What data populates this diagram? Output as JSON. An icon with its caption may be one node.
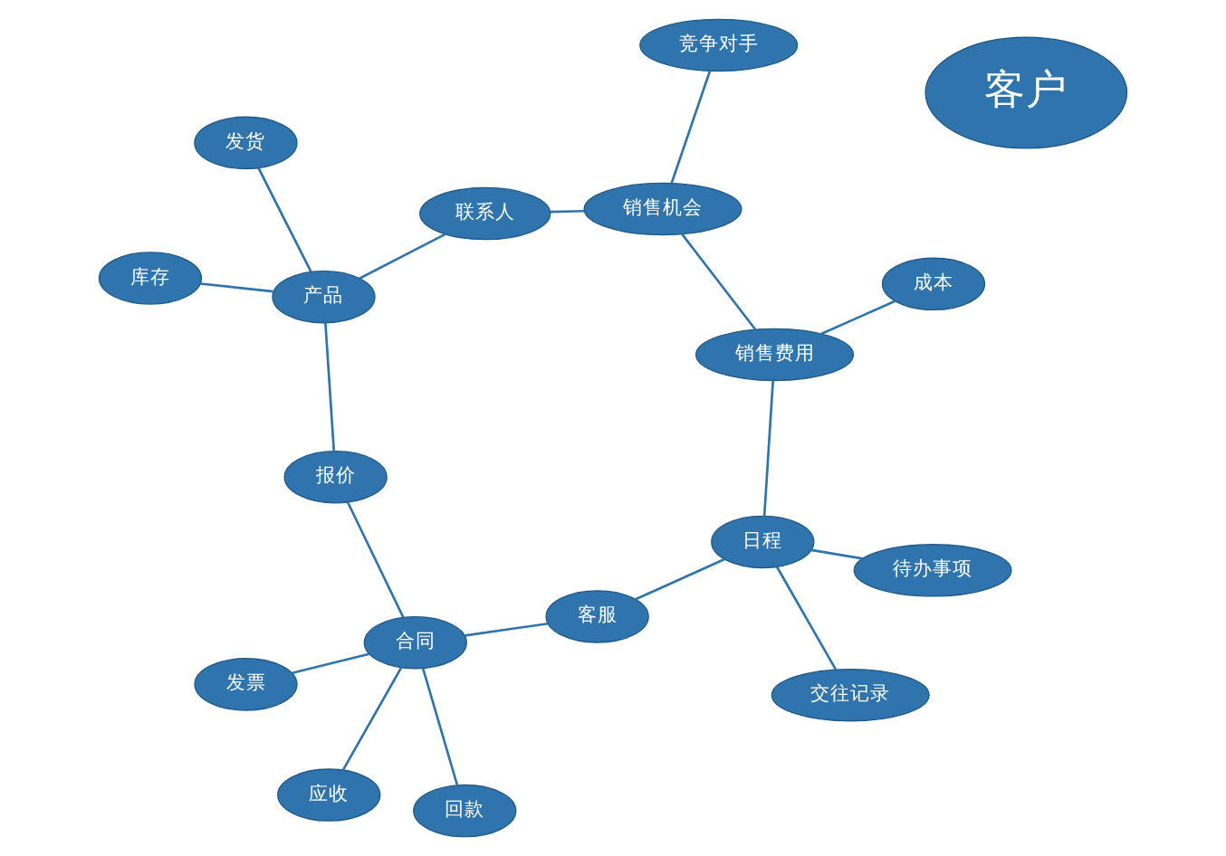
{
  "diagram": {
    "nodes": [
      {
        "text": [
          "发票"
        ]
      },
      {
        "text": [
          "发货"
        ]
      },
      {
        "text": [
          "应收"
        ]
      },
      {
        "text": [
          "库存"
        ]
      },
      {
        "text": [
          "报价"
        ]
      },
      {
        "text": [
          "产品"
        ]
      },
      {
        "text": [
          "合同"
        ]
      },
      {
        "text": [
          "回款"
        ]
      },
      {
        "text": [
          "客户"
        ]
      },
      {
        "text": [
          "联系人"
        ]
      },
      {
        "text": [
          "客服"
        ]
      },
      {
        "text": [
          "日程"
        ]
      },
      {
        "text": [
          "销售机会"
        ]
      },
      {
        "text": [
          "待办事项"
        ]
      },
      {
        "text": [
          "销售费用"
        ]
      },
      {
        "text": [
          "竞争对手"
        ]
      },
      {
        "text": [
          "交往记录"
        ]
      },
      {
        "text": [
          "成本"
        ]
      }
    ],
    "edges": [
      {
        "from": 5,
        "to": 4,
        "arrow": "none"
      },
      {
        "from": 4,
        "to": 6,
        "arrow": "none"
      },
      {
        "from": 6,
        "to": 10,
        "arrow": "none"
      },
      {
        "from": 10,
        "to": 11,
        "arrow": "none"
      },
      {
        "from": 11,
        "to": 14,
        "arrow": "none"
      },
      {
        "from": 14,
        "to": 12,
        "arrow": "none"
      },
      {
        "from": 12,
        "to": 9,
        "arrow": "none"
      },
      {
        "from": 9,
        "to": 5,
        "arrow": "none"
      },
      {
        "from": 3,
        "to": 5,
        "arrow": "none"
      },
      {
        "from": 1,
        "to": 5,
        "arrow": "none"
      },
      {
        "from": 0,
        "to": 6,
        "arrow": "none"
      },
      {
        "from": 2,
        "to": 6,
        "arrow": "none"
      },
      {
        "from": 7,
        "to": 6,
        "arrow": "none"
      },
      {
        "from": 11,
        "to": 13,
        "arrow": "none"
      },
      {
        "from": 11,
        "to": 16,
        "arrow": "none"
      },
      {
        "from": 17,
        "to": 14,
        "arrow": "none"
      },
      {
        "from": 15,
        "to": 12,
        "arrow": "none"
      }
    ]
  }
}
